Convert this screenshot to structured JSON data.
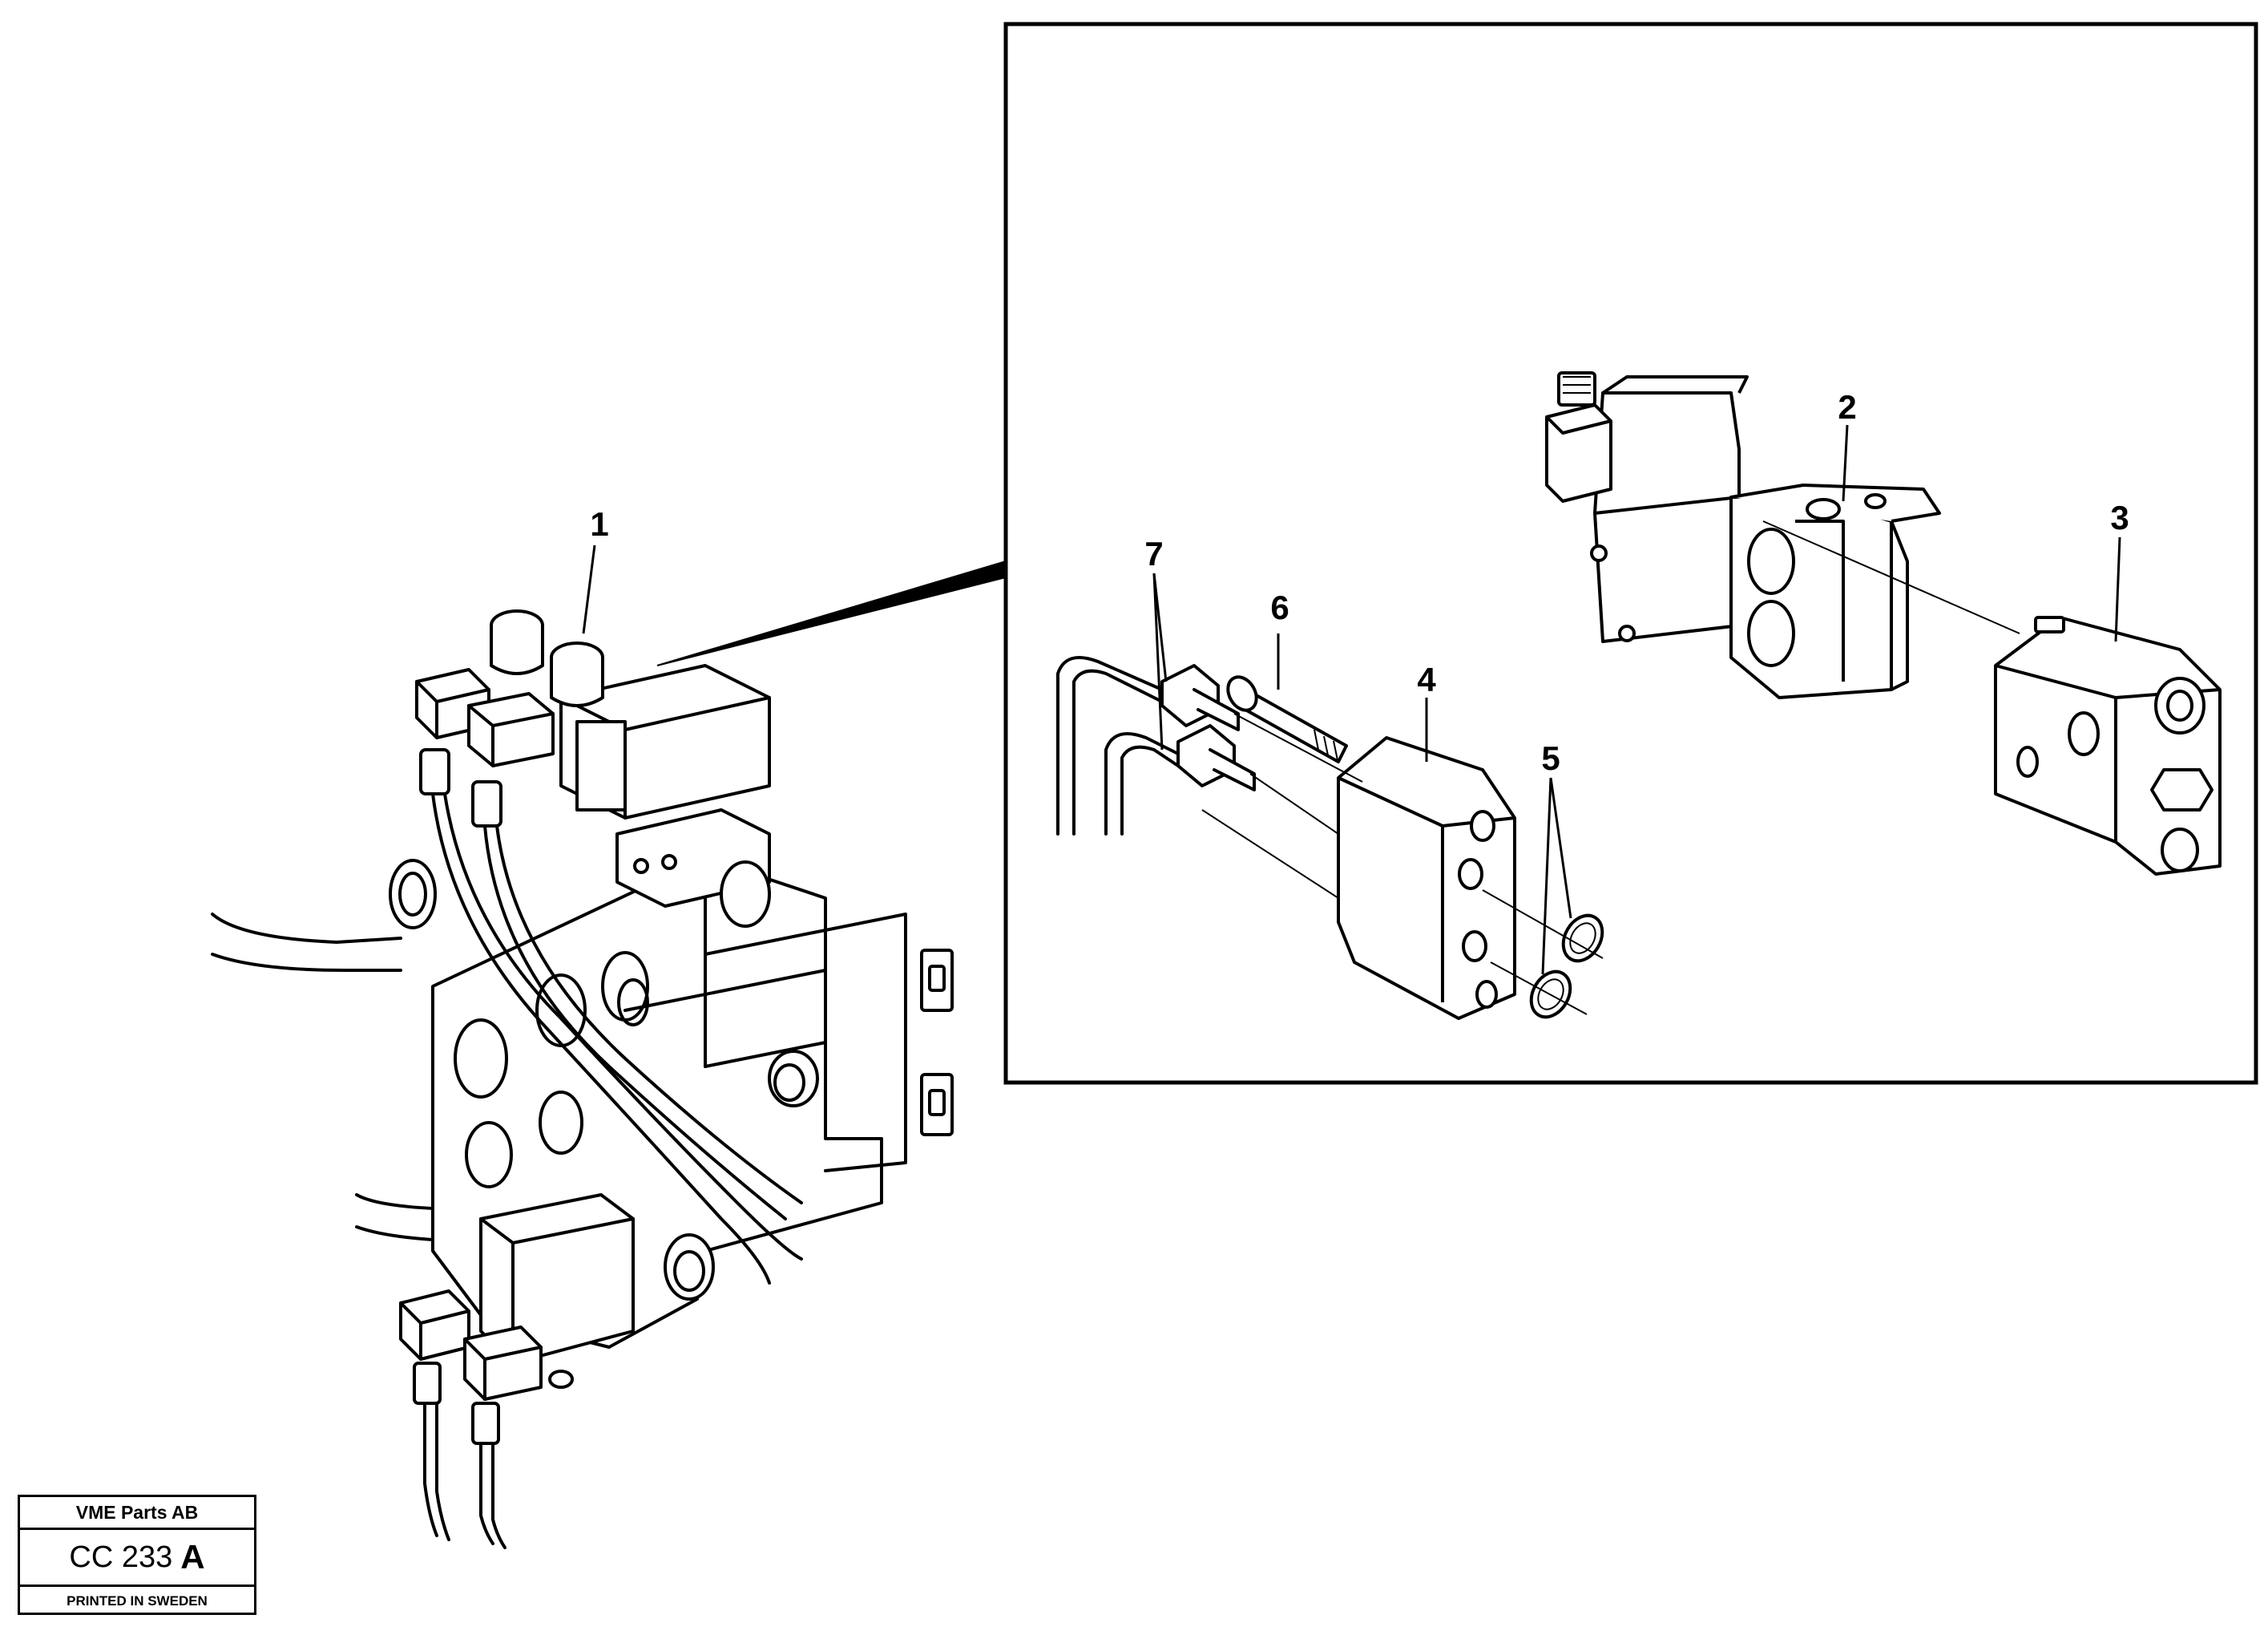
{
  "callouts": {
    "c1": "1",
    "c2": "2",
    "c3": "3",
    "c4": "4",
    "c5": "5",
    "c6": "6",
    "c7": "7"
  },
  "stamp": {
    "company": "VME Parts AB",
    "code": "CC 233",
    "revision": "A",
    "printed": "PRINTED IN SWEDEN"
  }
}
